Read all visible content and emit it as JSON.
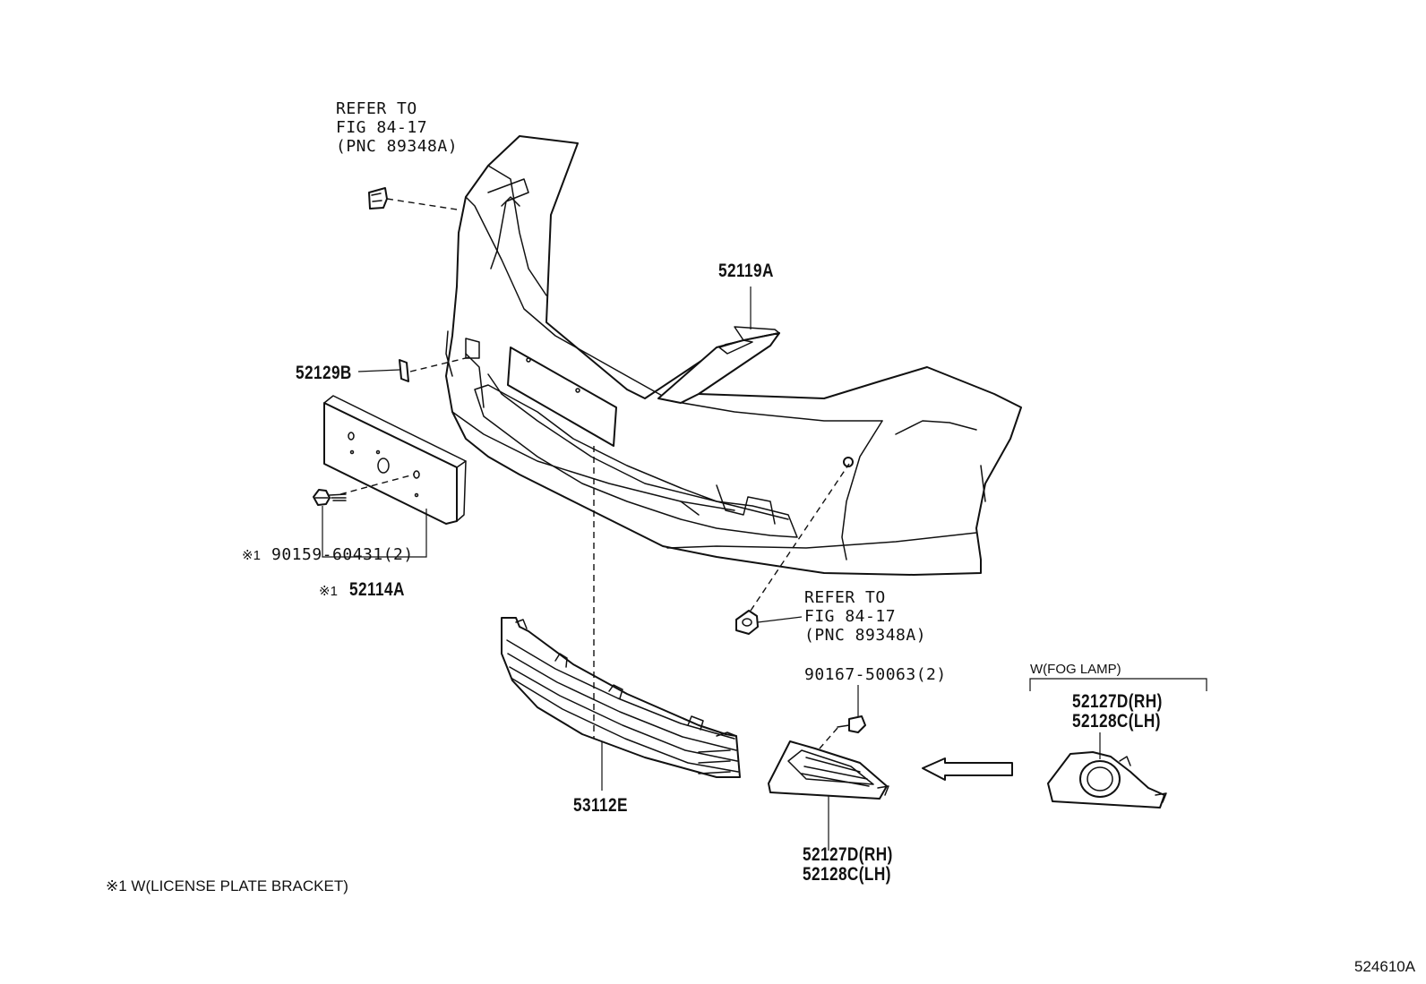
{
  "labels": {
    "refer_top": [
      "REFER TO",
      "FIG 84-17",
      "(PNC 89348A)"
    ],
    "refer_bottom": [
      "REFER TO",
      "FIG 84-17",
      "(PNC 89348A)"
    ],
    "p52119A": "52119A",
    "p52129B": "52129B",
    "p90159": "90159-60431(2)",
    "p52114A": "52114A",
    "mark1": "※1",
    "p90167": "90167-50063(2)",
    "fog_header": "W(FOG LAMP)",
    "fog_rh": "52127D(RH)",
    "fog_lh": "52128C(LH)",
    "p53112E": "53112E",
    "cover_rh": "52127D(RH)",
    "cover_lh": "52128C(LH)",
    "footnote": "※1 W(LICENSE PLATE BRACKET)",
    "fig_id": "524610A"
  }
}
